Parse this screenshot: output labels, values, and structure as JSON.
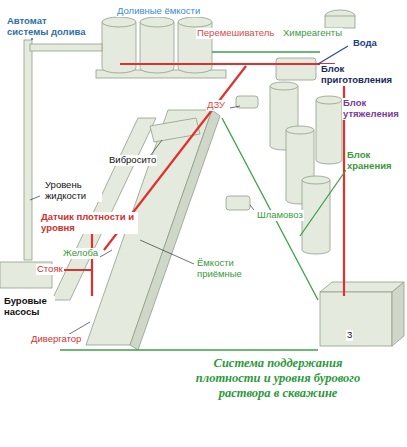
{
  "diagram": {
    "caption": "Система поддержания плотности и уровня бурового раствора в скважине",
    "labels": [
      "Автомат системы долива",
      "Доливные ёмкости",
      "Перемешиватель",
      "Химреагенты",
      "Вода",
      "Блок приготовления",
      "ДЗУ",
      "Блок утяжеления",
      "Вибросито",
      "Уровень жидкости",
      "Блок хранения",
      "Шламовоз",
      "Датчик плотности и уровня",
      "Желоба",
      "Стояк",
      "Ёмкости приёмные",
      "Буровые насосы",
      "Дивергатор",
      "3"
    ]
  }
}
